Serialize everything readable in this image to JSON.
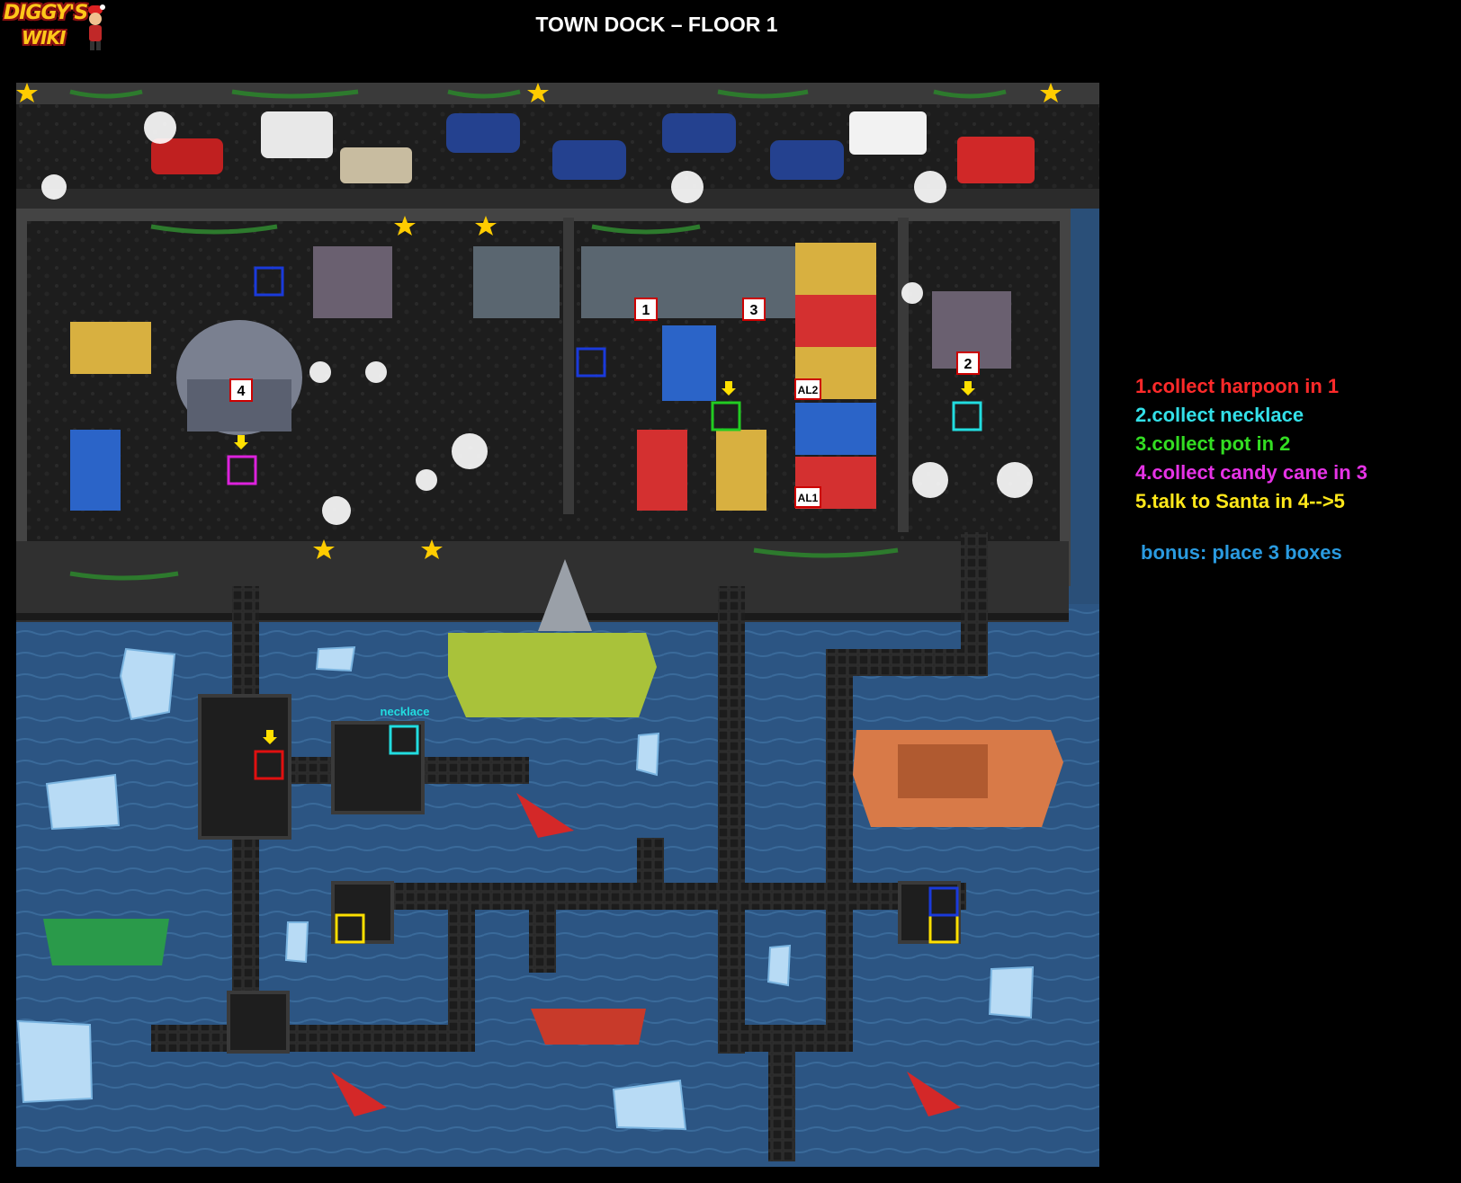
{
  "logo": {
    "line1": "DIGGY'S",
    "line2": "WIKI"
  },
  "header": {
    "title": "TOWN DOCK – FLOOR 1"
  },
  "markers": {
    "m1": "1",
    "m2": "2",
    "m3": "3",
    "m4": "4",
    "al1": "AL1",
    "al2": "AL2",
    "necklace_label": "necklace"
  },
  "legend": {
    "steps": [
      {
        "text": "1.collect harpoon in 1",
        "color": "#ff2a2a"
      },
      {
        "text": "2.collect necklace",
        "color": "#33e0e8"
      },
      {
        "text": "3.collect pot in 2",
        "color": "#33dd22"
      },
      {
        "text": "4.collect candy  cane in 3",
        "color": "#e633e6"
      },
      {
        "text": "5.talk to Santa in 4-->5",
        "color": "#ffe81a"
      }
    ],
    "bonus": {
      "text": "bonus: place 3 boxes",
      "color": "#2a9be0"
    }
  },
  "colors": {
    "water": "#2a4f78",
    "ground": "#1b1b1b",
    "wall": "#3a3a3a",
    "highlight_red": "#e01010",
    "highlight_cyan": "#22dde0",
    "highlight_green": "#22cc22",
    "highlight_magenta": "#dd22dd",
    "highlight_yellow": "#ffe000",
    "highlight_blue": "#1a3adb"
  }
}
